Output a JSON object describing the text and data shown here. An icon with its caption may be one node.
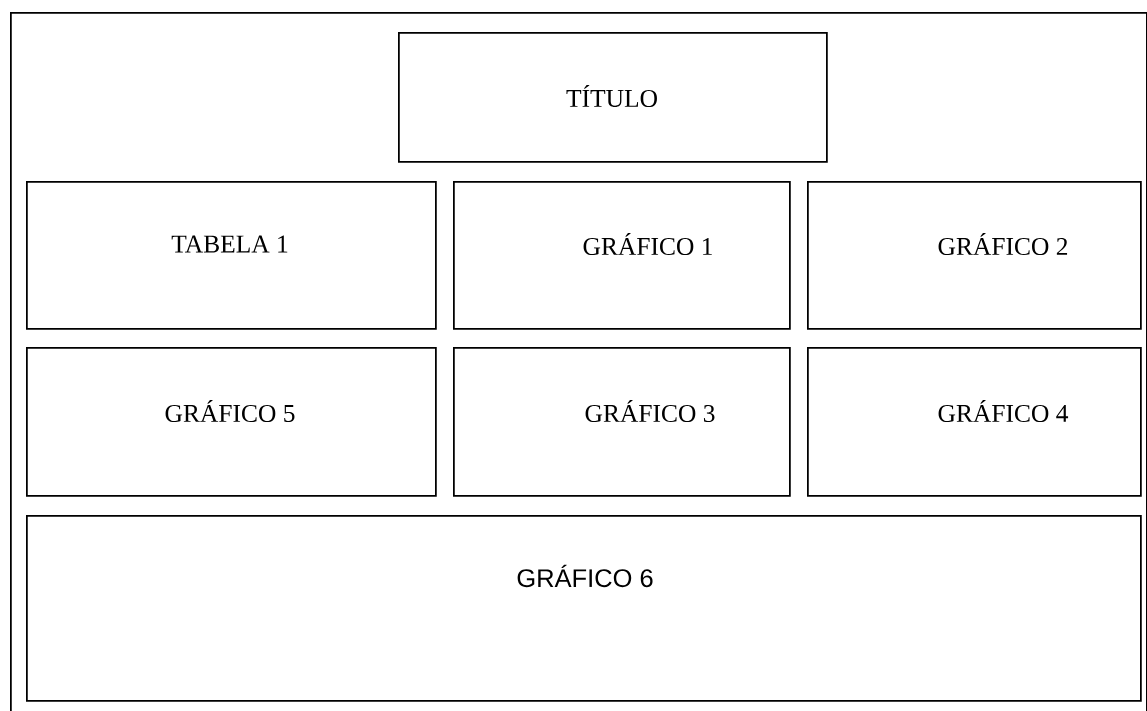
{
  "diagram": {
    "nodes": [
      {
        "text": [],
        "shape": "box"
      },
      {
        "text": [
          "TÍTULO"
        ],
        "in": 0
      },
      {
        "text": [
          "TABELA 1"
        ],
        "in": 0
      },
      {
        "text": [
          "GRÁFICO 1"
        ],
        "in": 0
      },
      {
        "text": [
          "GRÁFICO 2"
        ],
        "in": 0
      },
      {
        "text": [
          "GRÁFICO 5"
        ],
        "in": 0
      },
      {
        "text": [
          "GRÁFICO 3"
        ],
        "in": 0
      },
      {
        "text": [
          "GRÁFICO 4"
        ],
        "in": 0
      },
      {
        "text": [
          "GRÁFICO 6"
        ],
        "in": 0
      }
    ]
  }
}
